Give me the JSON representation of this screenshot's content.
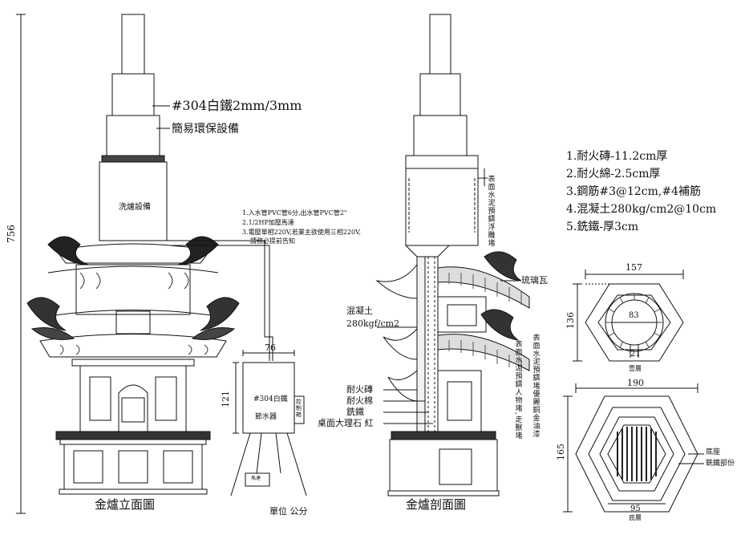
{
  "dimensions": {
    "total_height": "756",
    "tank_width": "76",
    "tank_height": "121",
    "upper_width": "157",
    "upper_depth": "136",
    "upper_inner": "83",
    "upper_wall": "21",
    "base_width": "190",
    "base_depth": "165",
    "base_inner": "95"
  },
  "elevation": {
    "chimney_material": "#304白鐵2mm/3mm",
    "env_device": "簡易環保設備",
    "wash_device": "洗爐設備",
    "title": "金爐立面圖"
  },
  "notes": [
    "1.入水管PVC管6分,出水管PVC管2\"",
    "2.1/2HP加壓馬達",
    "3.電壓單相220V,若業主欲使用三相220V,",
    "請務必提前告知"
  ],
  "tank": {
    "material": "#304白鐵",
    "name": "節水器",
    "control_box": "控制箱",
    "motor": "馬達"
  },
  "unit": "單位 公分",
  "section": {
    "title": "金爐剖面圖",
    "concrete": "混凝土",
    "concrete_spec": "280kgf/cm2",
    "firebrick": "耐火磚",
    "fire_wool": "耐火棉",
    "cast_iron": "銑鐵",
    "marble": "桌面大理石 紅",
    "glazed_tile": "琉璃瓦",
    "vertical_note_1": "表面水泥預鑄浮雕堵",
    "vertical_note_2": "表面水泥預鑄堵優麗銅金油漆",
    "vertical_note_3": "表面水泥預鑄人物堵,走獸堵"
  },
  "specs": [
    "1.耐火磚-11.2cm厚",
    "2.耐火綿-2.5cm厚",
    "3.鋼筋#3@12cm,#4補筋",
    "4.混凝土280kg/cm2@10cm",
    "5.銑鐵-厚3cm"
  ],
  "plan": {
    "upper_label": "壹層",
    "base_label": "底層",
    "base_seat": "底座",
    "cast_iron_part": "銑鐵部份"
  }
}
